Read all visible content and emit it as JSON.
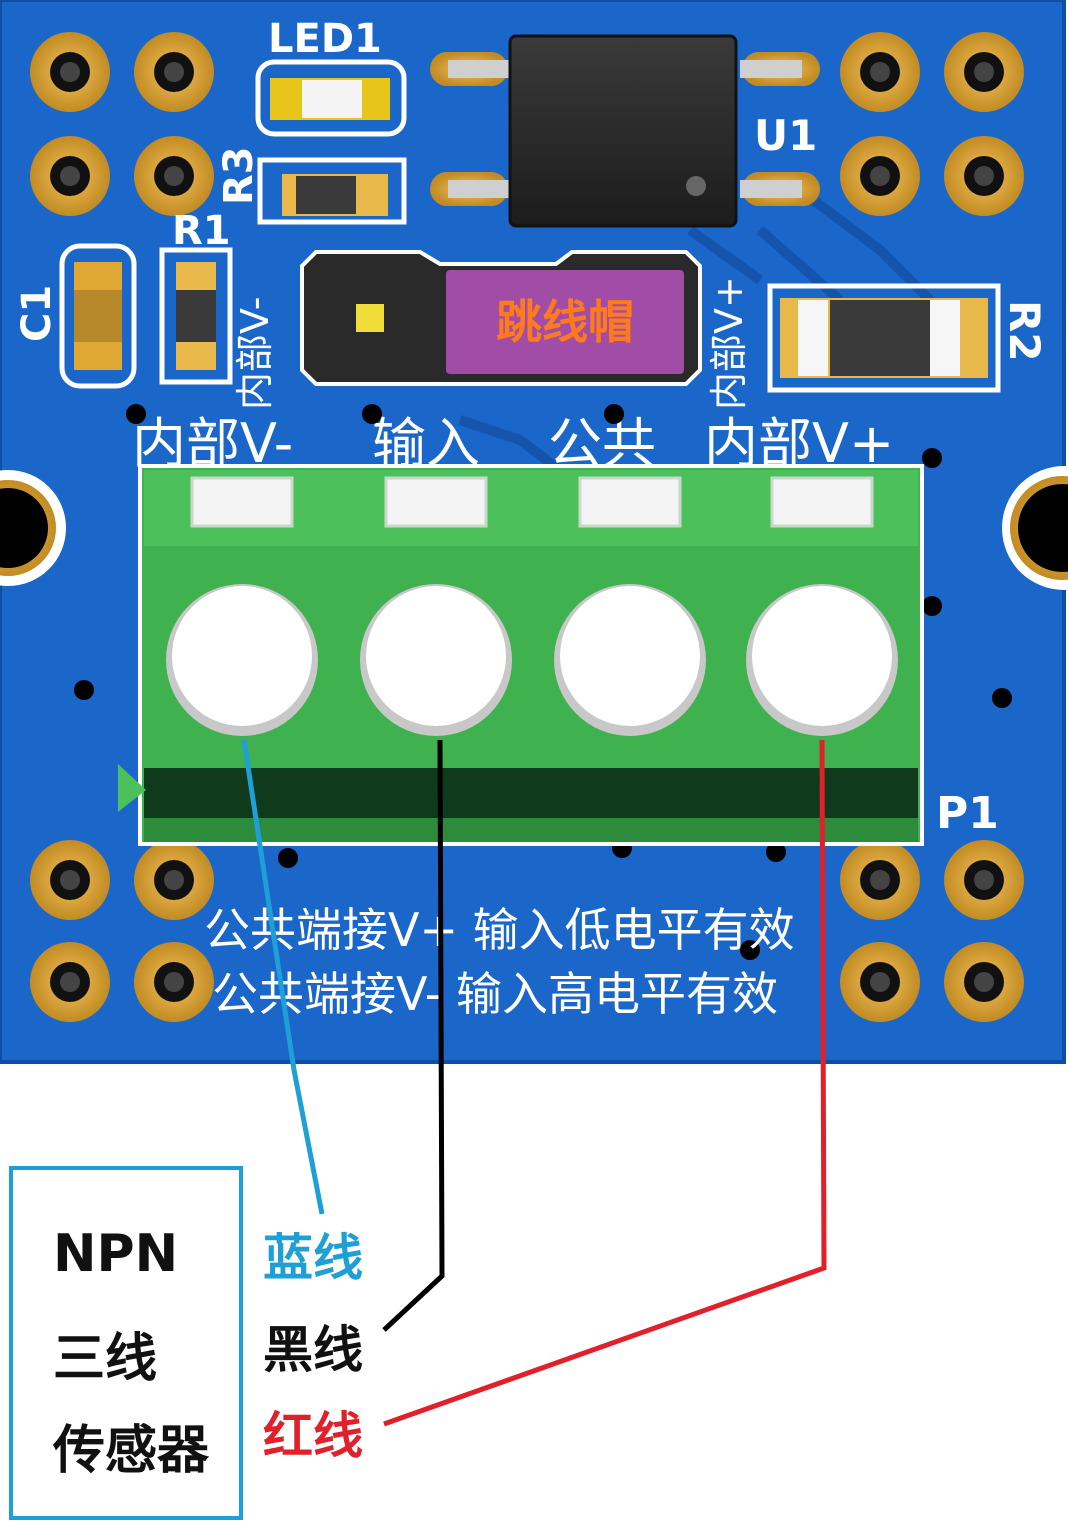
{
  "board": {
    "refs": {
      "led1": "LED1",
      "u1": "U1",
      "r3": "R3",
      "r1": "R1",
      "c1": "C1",
      "r2": "R2",
      "p1": "P1"
    },
    "side_left": "内部V-",
    "side_right": "内部V+",
    "jumper_label": "跳线帽",
    "terminal_labels": [
      "内部V-",
      "输入",
      "公共",
      "内部V+"
    ],
    "note_line1": "公共端接V+ 输入低电平有效",
    "note_line2": "公共端接V- 输入高电平有效"
  },
  "sensor": {
    "line1": "NPN",
    "line2": "三线",
    "line3": "传感器"
  },
  "wires": {
    "blue_label": "蓝线",
    "black_label": "黑线",
    "red_label": "红线",
    "blue_color": "#1e9fd6",
    "black_color": "#000000",
    "red_color": "#e0202a"
  },
  "colors": {
    "pcb": "#1a66c9",
    "terminal": "#3fb14e",
    "pad_gold": "#d9a63a",
    "jumper": "#a14da8",
    "jumper_text": "#ff7a1a"
  }
}
